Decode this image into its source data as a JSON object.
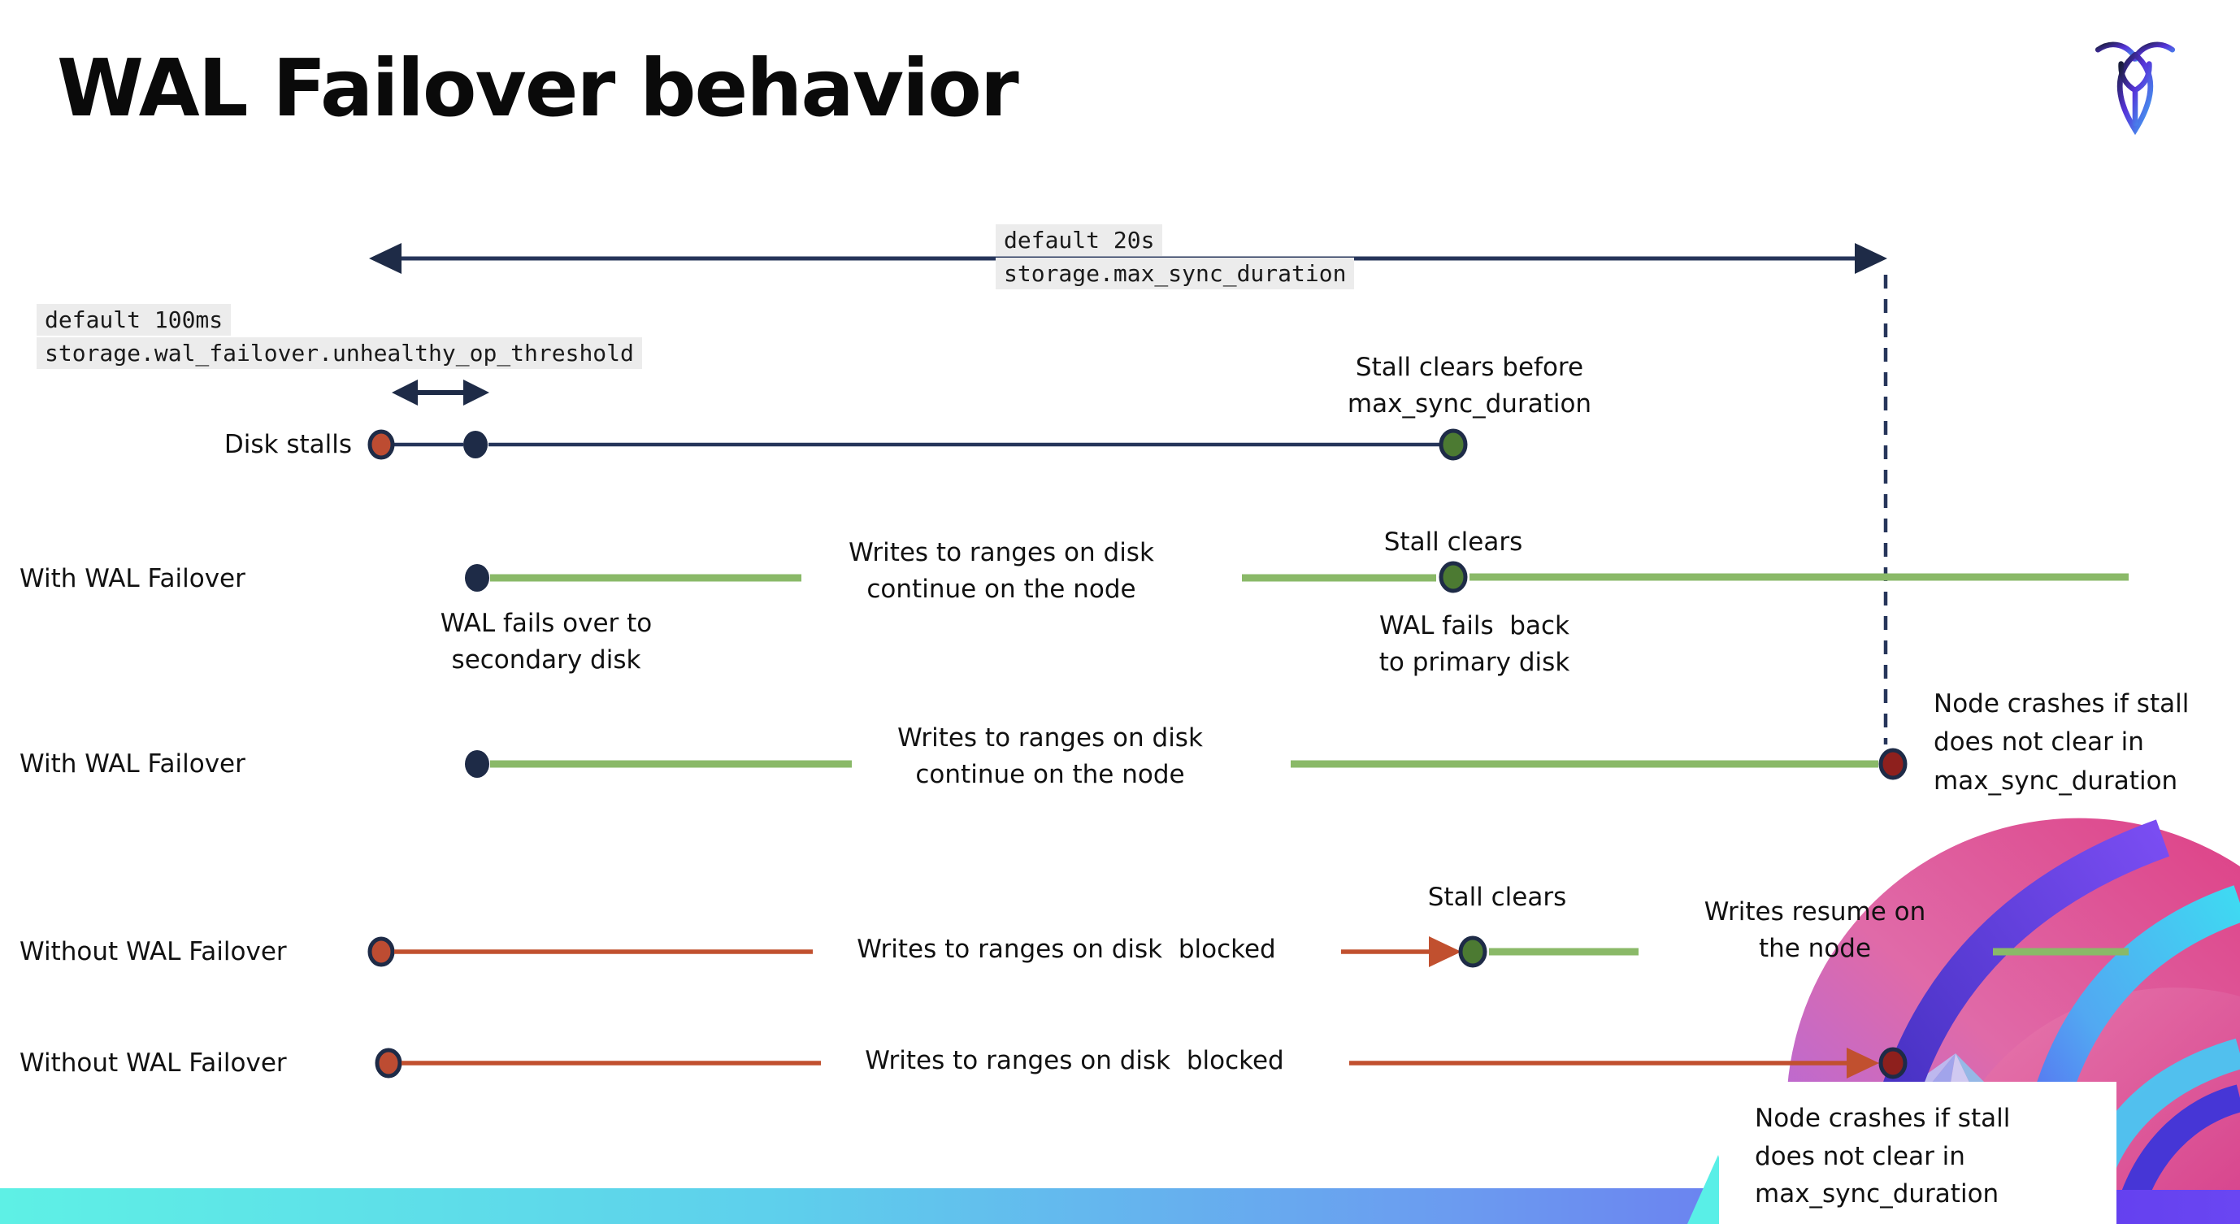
{
  "title": "WAL Failover behavior",
  "config_labels": {
    "max_sync_duration": {
      "default": "default 20s",
      "setting": "storage.max_sync_duration"
    },
    "unhealthy_op_threshold": {
      "default": "default 100ms",
      "setting": "storage.wal_failover.unhealthy_op_threshold"
    }
  },
  "timeline": {
    "row_disk_stalls": {
      "label": "Disk stalls",
      "note_stall_clears": "Stall clears before\nmax_sync_duration"
    },
    "row_with_failover_1": {
      "label": "With WAL Failover",
      "note_fails_over": "WAL fails over to\nsecondary disk",
      "note_writes_continue": "Writes to ranges on disk\ncontinue on the node",
      "note_stall_clears": "Stall clears",
      "note_fails_back": "WAL fails  back\nto primary disk"
    },
    "row_with_failover_2": {
      "label": "With WAL Failover",
      "note_writes_continue": "Writes to ranges on disk\ncontinue on the node",
      "note_node_crashes": "Node crashes if stall\ndoes not clear in\nmax_sync_duration"
    },
    "row_without_failover_1": {
      "label": "Without WAL Failover",
      "note_writes_blocked": "Writes to ranges on disk  blocked",
      "note_stall_clears": "Stall clears",
      "note_writes_resume": "Writes resume on\nthe node"
    },
    "row_without_failover_2": {
      "label": "Without WAL Failover",
      "note_writes_blocked": "Writes to ranges on disk  blocked",
      "note_node_crashes": "Node crashes if stall\ndoes not clear in\nmax_sync_duration"
    }
  },
  "colors": {
    "navy": "#1e2b47",
    "navy_line": "#26355a",
    "red": "#bd4c32",
    "dark_red": "#8e201d",
    "green_dot": "#4c7a32",
    "green_line": "#8ab968",
    "label_bg": "#ececec",
    "footer_gradient_start": "#5ef0e5",
    "footer_gradient_end": "#6a6ef0"
  }
}
